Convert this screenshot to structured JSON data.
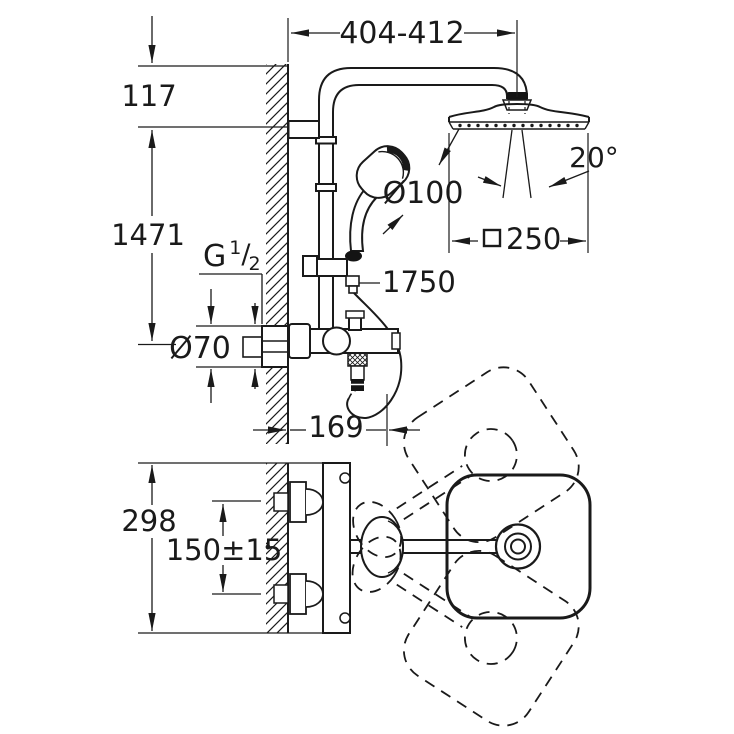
{
  "drawing": {
    "background": "#ffffff",
    "ink": "#1a1a1a",
    "type": "technical installation drawing of a wall-mounted shower system, side elevation and plan view",
    "side_view": {
      "dim_arm_projection": "404-412",
      "dim_head_drop": "117",
      "dim_rail_height": "1471",
      "thread_label": {
        "base": "G",
        "numerator": "1",
        "slash": "/",
        "denominator": "2"
      },
      "dim_escutcheon_diameter": "Ø70",
      "dim_hand_shower_diameter": "Ø100",
      "dim_hose_length": "1750",
      "dim_spray_angle": "20°",
      "dim_head_width": "250",
      "head_width_symbol": "square",
      "dim_spout_projection": "169"
    },
    "plan_view": {
      "dim_body_height": "298",
      "dim_inlet_spacing": "150±15"
    }
  }
}
